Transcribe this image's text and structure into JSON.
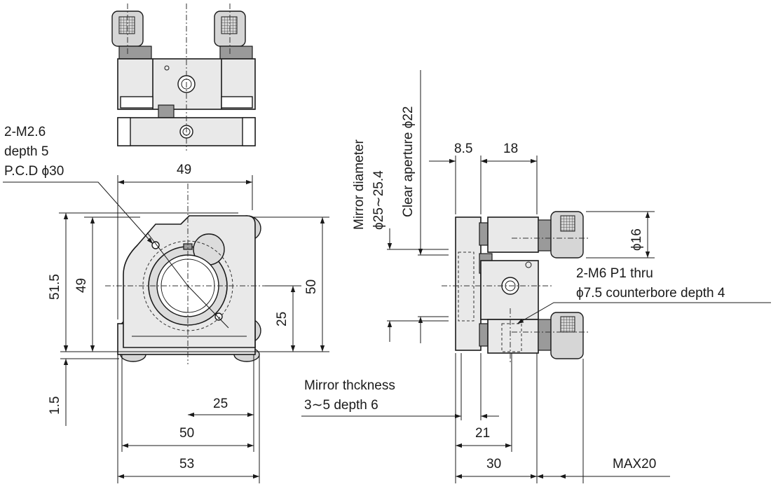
{
  "front": {
    "holes_label": [
      "2-M2.6",
      "depth 5",
      "P.C.D ϕ30"
    ],
    "dim_top_width": "49",
    "dim_height_outer": "51.5",
    "dim_height_inner": "49",
    "dim_height_right": "50",
    "dim_center_height": "25",
    "dim_bottom_offset": "1.5",
    "dim_center_width": "25",
    "dim_width_50": "50",
    "dim_width_53": "53"
  },
  "side": {
    "mirror_diameter": [
      "Mirror diameter",
      "ϕ25∼25.4"
    ],
    "clear_aperture": "Clear aperture ϕ22",
    "dim_8_5": "8.5",
    "dim_18": "18",
    "dim_knob_dia": "ϕ16",
    "mount_label": [
      "2-M6 P1 thru",
      "ϕ7.5 counterbore  depth 4"
    ],
    "thickness_label": [
      "Mirror thckness",
      "3∼5  depth 6"
    ],
    "dim_21": "21",
    "dim_30": "30",
    "dim_max": "MAX20"
  },
  "colors": {
    "line": "#1a1a1a",
    "body": "#e9e9e9",
    "knob": "#d6d6d6"
  }
}
